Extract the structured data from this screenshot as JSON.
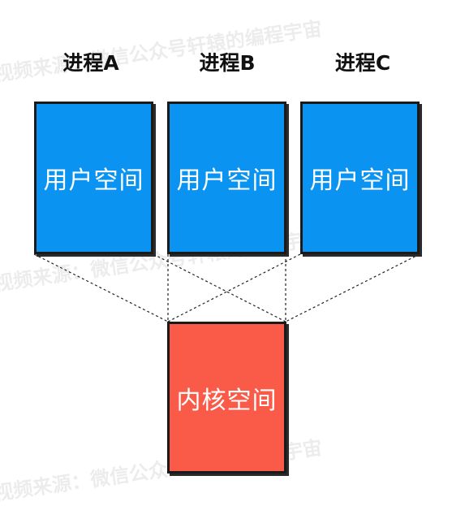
{
  "processes": [
    {
      "label": "进程A",
      "space_label": "用户空间"
    },
    {
      "label": "进程B",
      "space_label": "用户空间"
    },
    {
      "label": "进程C",
      "space_label": "用户空间"
    }
  ],
  "kernel": {
    "space_label": "内核空间"
  },
  "colors": {
    "user_space": "#0a93f1",
    "kernel_space": "#fa5a48",
    "border": "#1a1a1a"
  },
  "watermarks": [
    {
      "text": "视频来源：微信公众号轩辕的编程宇宙"
    },
    {
      "text": "视频来源：微信公众号轩辕的编程宇宙"
    },
    {
      "text": "视频来源：微信公众号轩辕的编程宇宙"
    }
  ]
}
